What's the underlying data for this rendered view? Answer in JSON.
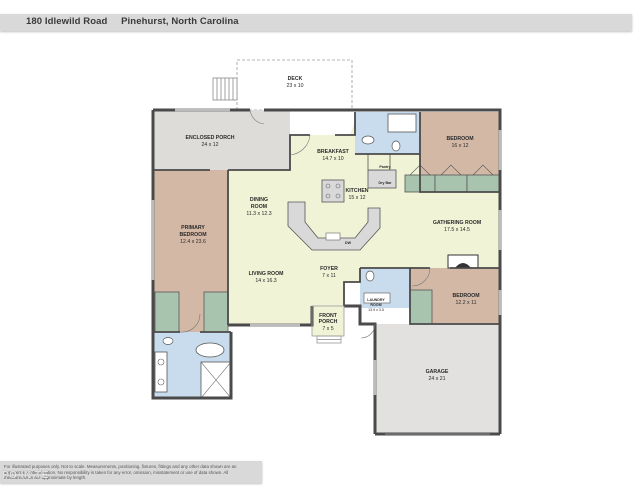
{
  "header": {
    "address": "180 Idlewild Road",
    "city": "Pinehurst, North Carolina"
  },
  "rooms": {
    "deck": {
      "name": "DECK",
      "size": "23 x 10"
    },
    "enclosed_porch": {
      "name": "ENCLOSED PORCH",
      "size": "24 x 12"
    },
    "breakfast": {
      "name": "BREAKFAST",
      "size": "14.7 x 10"
    },
    "pantry": {
      "name": "Pantry"
    },
    "dry_bar": {
      "name": "Dry Bar"
    },
    "bedroom_2": {
      "name": "BEDROOM",
      "size": "16 x 12"
    },
    "kitchen": {
      "name": "KITCHEN",
      "size": "15 x 12"
    },
    "dining_room": {
      "name": "DINING",
      "name2": "ROOM",
      "size": "11.3 x 12.3"
    },
    "primary_bedroom": {
      "name": "PRIMARY",
      "name2": "BEDROOM",
      "size": "12.4 x 23.6"
    },
    "gathering_room": {
      "name": "GATHERING ROOM",
      "size": "17.5 x 14.5"
    },
    "dishwasher": {
      "name": "DW"
    },
    "living_room": {
      "name": "LIVING ROOM",
      "size": "14 x 16.3"
    },
    "foyer": {
      "name": "FOYER",
      "size": "7 x 11"
    },
    "laundry_room": {
      "name": "LAUNDRY",
      "name2": "ROOM",
      "size": "13.9 x 3.5"
    },
    "bedroom_3": {
      "name": "BEDROOM",
      "size": "12.2 x 11"
    },
    "front_porch": {
      "name": "FRONT",
      "name2": "PORCH",
      "size": "7 x 5"
    },
    "garage": {
      "name": "GARAGE",
      "size": "24 x 21"
    }
  },
  "footer": {
    "disclaimer": "For illustrated purposes only. Not to scale. Measurements, positioning, fixtures, fittings and any other data shown are an approximate interpretation. No responsibility is taken for any error, omission, misstatement or use of data shown. All measurements are approximate by length.",
    "watermark": "PO IN TE"
  },
  "colors": {
    "background": "#ffffff",
    "wall": "#4a4a4a",
    "enclosed_porch": "#dedcd8",
    "living_area": "#f1f3d6",
    "bedroom": "#d3b8a6",
    "bath": "#c8dced",
    "garage": "#e2e1df",
    "cabinet": "#a9c4ae",
    "counter": "#d9d9d9"
  }
}
